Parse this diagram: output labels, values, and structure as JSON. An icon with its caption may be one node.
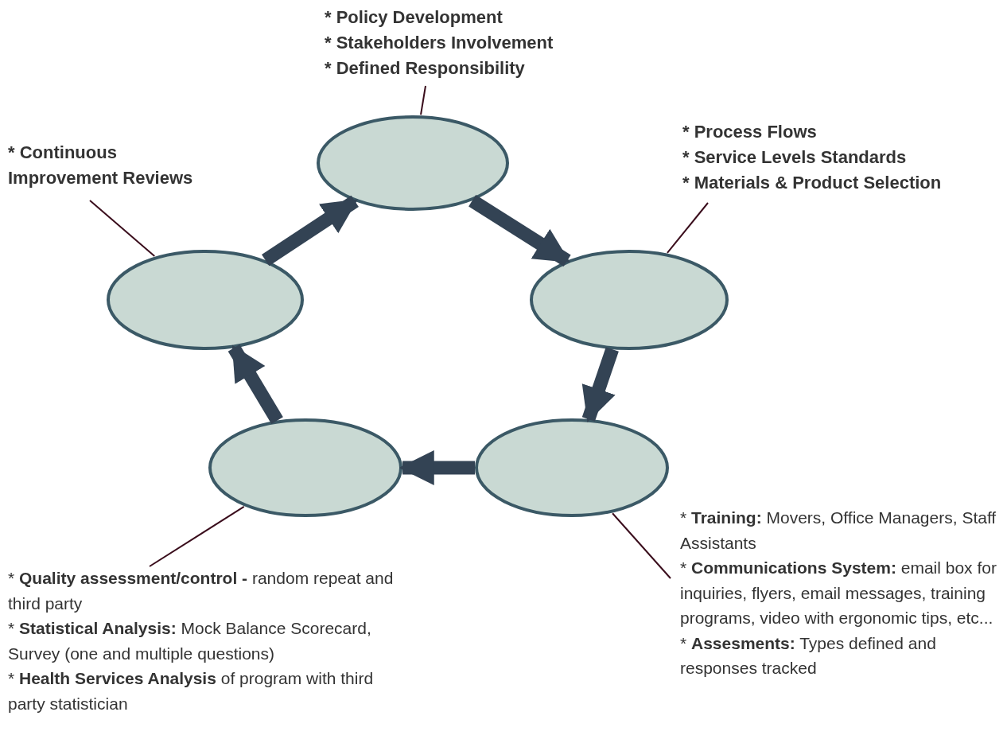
{
  "diagram": {
    "nodes": [
      {
        "text": [
          "* Policy Development",
          "* Stakeholders Involvement",
          "* Defined Responsibility"
        ]
      },
      {
        "text": [
          "* Continuous Improvement Reviews"
        ]
      },
      {
        "text": [
          "* Process Flows",
          "* Service Levels Standards",
          "* Materials & Product Selection"
        ]
      },
      {
        "text": [],
        "shape": "circle"
      },
      {
        "text": [],
        "shape": "circle"
      },
      {
        "text": [],
        "shape": "circle"
      },
      {
        "text": [],
        "shape": "circle"
      },
      {
        "text": [],
        "shape": "circle"
      },
      {
        "text": [
          "* **Quality assessment/control -** random repeat and third party",
          "* **Statistical Analysis:** Mock Balance Scorecard, Survey (one and multiple questions)",
          "* **Health Services Analysis** of program with third party statistician"
        ]
      },
      {
        "text": [
          "* **Training:** Movers, Office Managers, Staff Assistants",
          "* **Communications System:** email box for inquiries, flyers, email messages, training programs, video with ergonomic tips, etc...",
          "* **Assesments:** Types defined and responses tracked"
        ]
      }
    ],
    "edges": [
      {
        "from": 3,
        "to": 5,
        "arrow": "to",
        "style": "thick"
      },
      {
        "from": 5,
        "to": 7,
        "arrow": "to",
        "style": "thick"
      },
      {
        "from": 7,
        "to": 6,
        "arrow": "to",
        "style": "thick"
      },
      {
        "from": 6,
        "to": 4,
        "arrow": "to",
        "style": "thick"
      },
      {
        "from": 4,
        "to": 3,
        "arrow": "to",
        "style": "thick"
      },
      {
        "from": 0,
        "to": 3,
        "arrow": "none",
        "color": "#3a0d1c"
      },
      {
        "from": 1,
        "to": 4,
        "arrow": "none",
        "color": "#3a0d1c"
      },
      {
        "from": 2,
        "to": 5,
        "arrow": "none",
        "color": "#3a0d1c"
      },
      {
        "from": 8,
        "to": 6,
        "arrow": "none",
        "color": "#3a0d1c"
      },
      {
        "from": 9,
        "to": 7,
        "arrow": "none",
        "color": "#3a0d1c"
      }
    ]
  }
}
